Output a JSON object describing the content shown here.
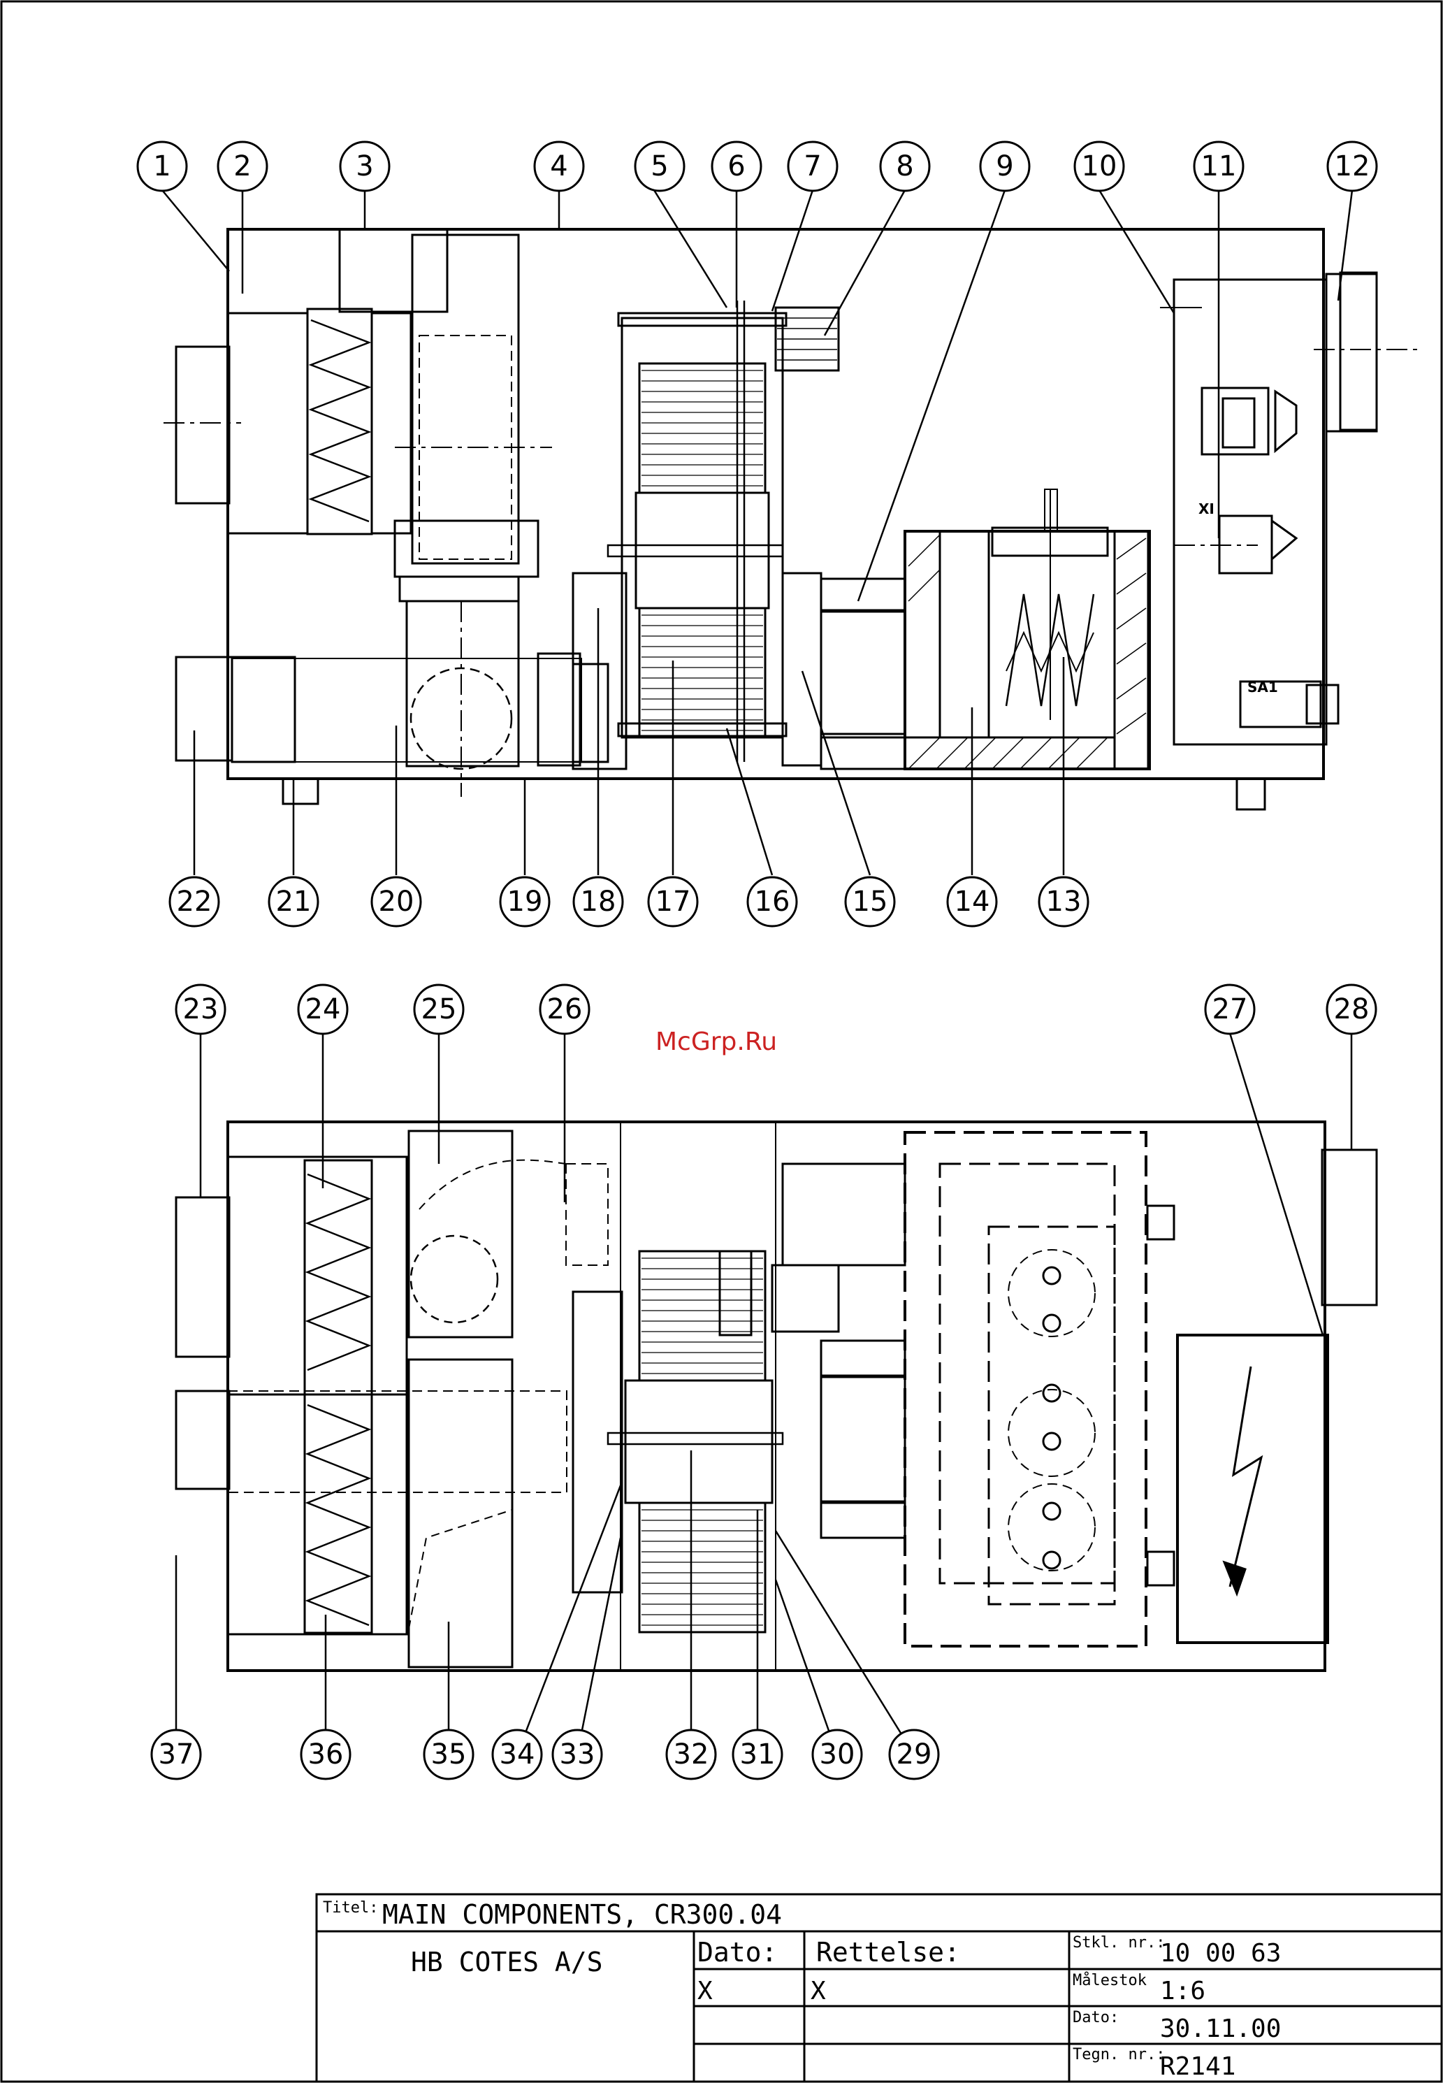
{
  "watermark": "McGrp.Ru",
  "components": {
    "xi_label": "XI",
    "sai_label": "SA1"
  },
  "callouts_top": [
    "1",
    "2",
    "3",
    "4",
    "5",
    "6",
    "7",
    "8",
    "9",
    "10",
    "11",
    "12"
  ],
  "callouts_mid": [
    "22",
    "21",
    "20",
    "19",
    "18",
    "17",
    "16",
    "15",
    "14",
    "13"
  ],
  "callouts_lower_top": [
    "23",
    "24",
    "25",
    "26",
    "27",
    "28"
  ],
  "callouts_bottom": [
    "37",
    "36",
    "35",
    "34",
    "33",
    "32",
    "31",
    "30",
    "29"
  ],
  "title_block": {
    "title_label": "Titel:",
    "title": "MAIN COMPONENTS, CR300.04",
    "company": "HB COTES A/S",
    "dato_header": "Dato:",
    "rettelse_header": "Rettelse:",
    "dato_value": "X",
    "rettelse_value": "X",
    "stkl_label": "Stkl. nr.:",
    "stkl_value": "10 00 63",
    "malestok_label": "Målestok",
    "malestok_value": "1:6",
    "dato_label": "Dato:",
    "dato_date": "30.11.00",
    "tegn_label": "Tegn. nr.:",
    "tegn_value": "R2141"
  }
}
